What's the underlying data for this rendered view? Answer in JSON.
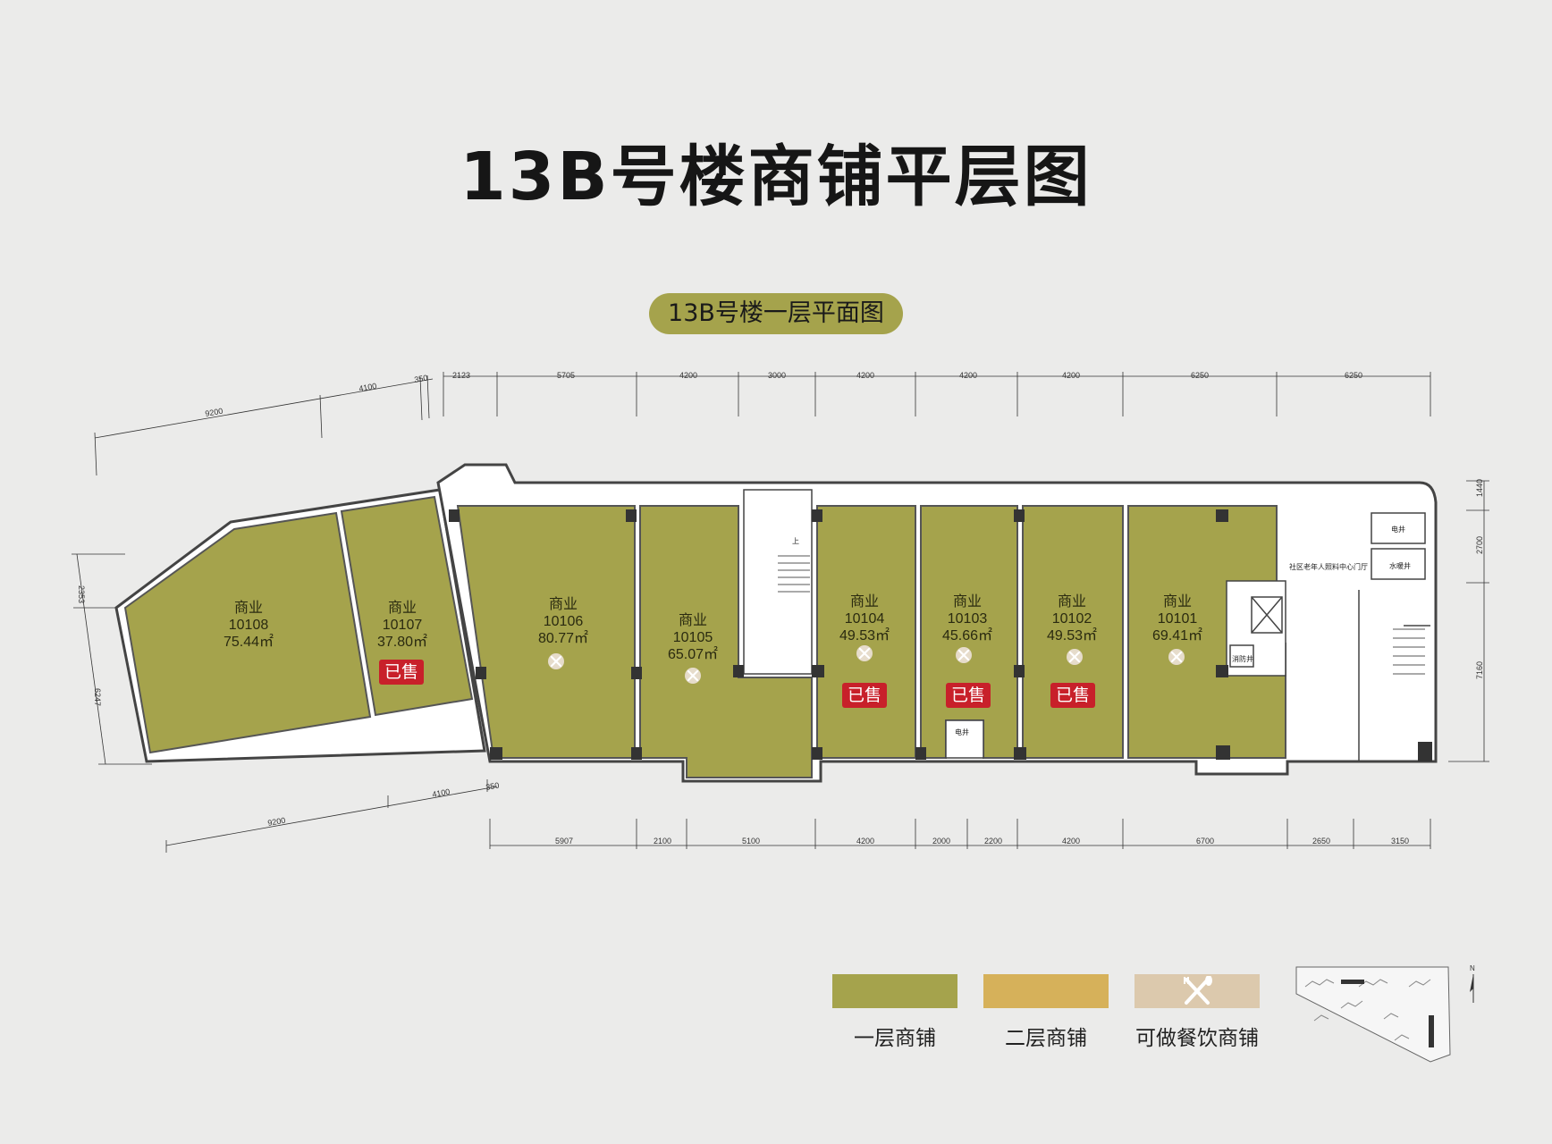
{
  "title": "13B号楼商铺平层图",
  "floor_label": "13B号楼一层平面图",
  "units": [
    {
      "category": "商业",
      "number": "10108",
      "area": "75.44㎡",
      "sold": false,
      "dining": false
    },
    {
      "category": "商业",
      "number": "10107",
      "area": "37.80㎡",
      "sold": true,
      "dining": false
    },
    {
      "category": "商业",
      "number": "10106",
      "area": "80.77㎡",
      "sold": false,
      "dining": true
    },
    {
      "category": "商业",
      "number": "10105",
      "area": "65.07㎡",
      "sold": false,
      "dining": true
    },
    {
      "category": "商业",
      "number": "10104",
      "area": "49.53㎡",
      "sold": true,
      "dining": true
    },
    {
      "category": "商业",
      "number": "10103",
      "area": "45.66㎡",
      "sold": true,
      "dining": true
    },
    {
      "category": "商业",
      "number": "10102",
      "area": "49.53㎡",
      "sold": true,
      "dining": true
    },
    {
      "category": "商业",
      "number": "10101",
      "area": "69.41㎡",
      "sold": false,
      "dining": true
    }
  ],
  "sold_label": "已售",
  "rooms": {
    "elder_care": "社区老年人照料中心门厅",
    "electric_shaft_1": "电井",
    "water_shaft": "水暖井",
    "fire_shaft": "消防井",
    "electric_shaft_2": "电井",
    "stair_up": "上"
  },
  "dimensions": {
    "top": [
      "2123",
      "5705",
      "4200",
      "3000",
      "4200",
      "4200",
      "4200",
      "6250",
      "6250"
    ],
    "top_left": [
      "9200",
      "4100",
      "350"
    ],
    "bottom": [
      "5907",
      "2100",
      "5100",
      "4200",
      "2000",
      "2200",
      "4200",
      "6700",
      "2650",
      "3150"
    ],
    "bottom_left": [
      "9200",
      "4100",
      "350"
    ],
    "left": [
      "2353",
      "6247"
    ],
    "right": [
      "1440",
      "2700",
      "7160"
    ]
  },
  "legend": [
    {
      "label": "一层商铺",
      "color": "#a5a34c",
      "icon": ""
    },
    {
      "label": "二层商铺",
      "color": "#d6b15a",
      "icon": ""
    },
    {
      "label": "可做餐饮商铺",
      "color": "#dcc9ad",
      "icon": "fork-knife-icon"
    }
  ],
  "colors": {
    "ground_floor": "#a5a34c",
    "sold": "#c8202a",
    "wall": "#3a3a3a"
  }
}
